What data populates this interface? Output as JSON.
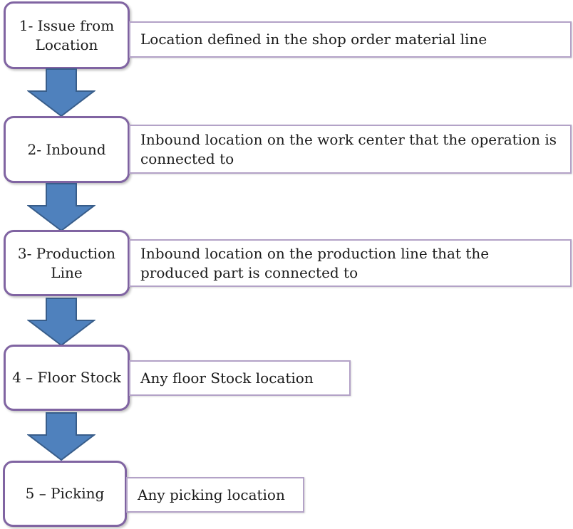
{
  "steps": [
    {
      "label": "1- Issue from Location",
      "description": "Location defined in the shop order material line"
    },
    {
      "label": "2- Inbound",
      "description": "Inbound location on the work center that the operation is connected to"
    },
    {
      "label": "3- Production Line",
      "description": "Inbound location on the production line that the produced part is connected to"
    },
    {
      "label": "4 – Floor Stock",
      "description": "Any floor Stock location"
    },
    {
      "label": "5 – Picking",
      "description": "Any picking location"
    }
  ],
  "colors": {
    "step_border": "#8064a2",
    "desc_border": "#b3a2c7",
    "arrow_fill": "#4f81bd",
    "arrow_stroke": "#385d8a"
  }
}
